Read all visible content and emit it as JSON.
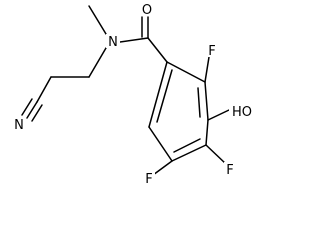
{
  "molecule": {
    "atoms": {
      "carbonyl_oxygen": "O",
      "amide_nitrogen": "N",
      "nitrile_nitrogen": "N",
      "fluorine_2": "F",
      "hydroxyl": "HO",
      "fluorine_4": "F",
      "fluorine_5": "F"
    },
    "colors": {
      "bond": "#000000",
      "label": "#000000",
      "background": "#ffffff"
    }
  }
}
